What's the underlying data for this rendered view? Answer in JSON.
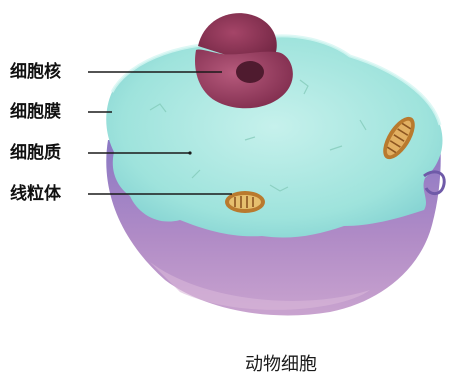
{
  "labels": {
    "nucleus": "细胞核",
    "membrane": "细胞膜",
    "cytoplasm": "细胞质",
    "mitochondria": "线粒体"
  },
  "caption": "动物细胞",
  "colors": {
    "cytoplasm_top": "#9ee3dc",
    "membrane_side": "#a07fc1",
    "nucleus": "#9c3f63",
    "nucleolus": "#5a2136",
    "mitochondria": "#c88a3a",
    "leader_line": "#1a1a1a"
  }
}
